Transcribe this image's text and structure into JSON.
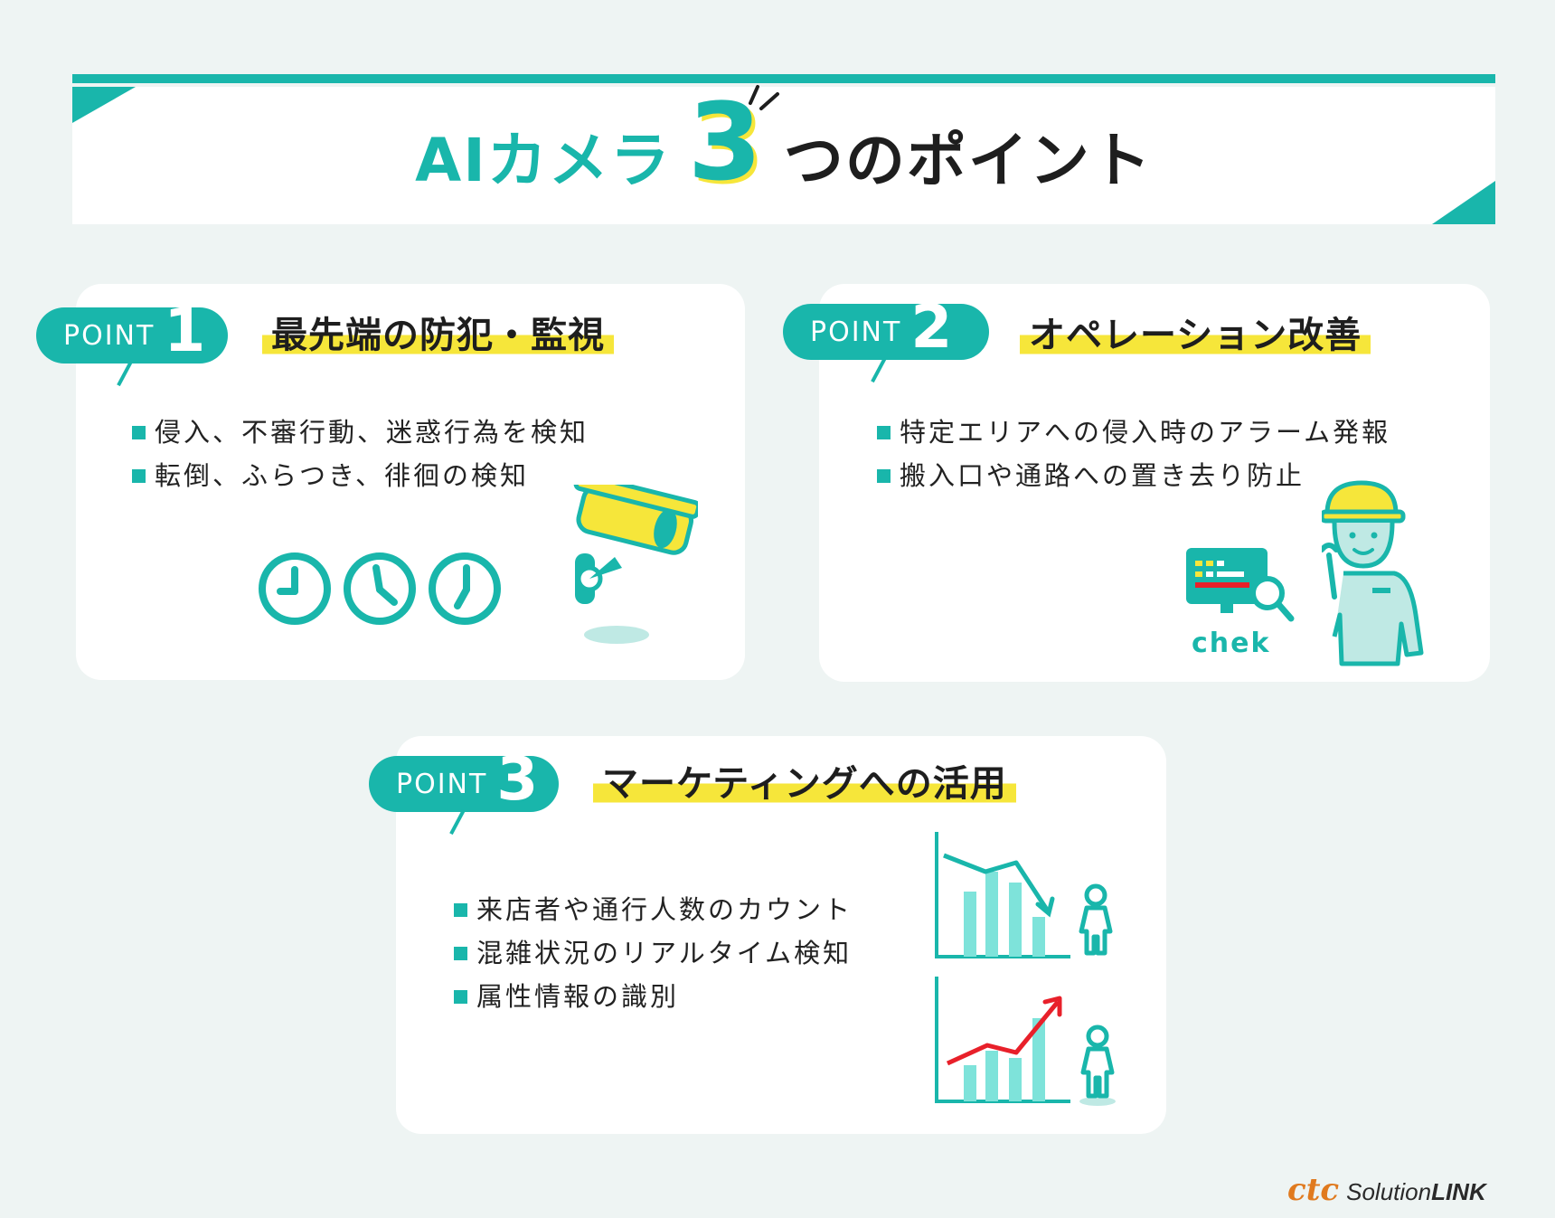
{
  "title": {
    "prefix": "AIカメラ",
    "number": "3",
    "suffix": "つのポイント"
  },
  "points": [
    {
      "label": "POINT",
      "number": "1",
      "heading": "最先端の防犯・監視",
      "bullets": [
        "侵入、不審行動、迷惑行為を検知",
        "転倒、ふらつき、徘徊の検知"
      ]
    },
    {
      "label": "POINT",
      "number": "2",
      "heading": "オペレーション改善",
      "bullets": [
        "特定エリアへの侵入時のアラーム発報",
        "搬入口や通路への置き去り防止"
      ],
      "monitor_label": "chek"
    },
    {
      "label": "POINT",
      "number": "3",
      "heading": "マーケティングへの活用",
      "bullets": [
        "来店者や通行人数のカウント",
        "混雑状況のリアルタイム検知",
        "属性情報の識別"
      ]
    }
  ],
  "logo": {
    "brand": "ctc",
    "solution": "Solution",
    "link": "LINK"
  },
  "colors": {
    "teal": "#19b6ab",
    "yellow": "#f6e63a",
    "red": "#e8202a",
    "mint": "#7ee3da",
    "brand_orange": "#e07a1f"
  },
  "icons": [
    "clock-icon",
    "security-camera-icon",
    "monitor-icon",
    "magnifier-icon",
    "worker-icon",
    "wrench-icon",
    "bar-chart-down-icon",
    "bar-chart-up-icon",
    "person-icon"
  ]
}
